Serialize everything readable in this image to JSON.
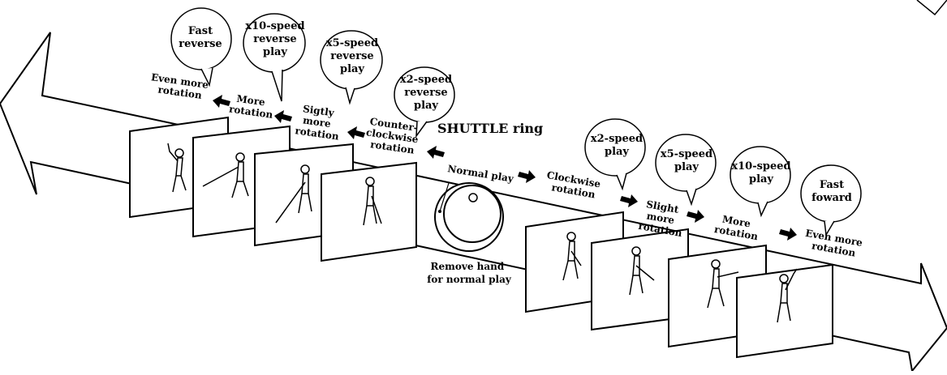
{
  "ring_label": "SHUTTLE ring",
  "normal_play": "Normal play",
  "remove_hand": [
    "Remove hand",
    "for normal play"
  ],
  "reverse": {
    "bubbles": [
      [
        "x2-speed",
        "reverse",
        "play"
      ],
      [
        "x5-speed",
        "reverse",
        "play"
      ],
      [
        "x10-speed",
        "reverse",
        "play"
      ],
      [
        "Fast",
        "reverse"
      ]
    ],
    "rotations": [
      [
        "Counter-",
        "clockwise",
        "rotation"
      ],
      [
        "Sigtly",
        "more",
        "rotation"
      ],
      [
        "More",
        "rotation"
      ],
      [
        "Even more",
        "rotation"
      ]
    ]
  },
  "forward": {
    "bubbles": [
      [
        "x2-speed",
        "play"
      ],
      [
        "x5-speed",
        "play"
      ],
      [
        "x10-speed",
        "play"
      ],
      [
        "Fast",
        "foward"
      ]
    ],
    "rotations": [
      [
        "Clockwise",
        "rotation"
      ],
      [
        "Slight",
        "more",
        "rotation"
      ],
      [
        "More",
        "rotation"
      ],
      [
        "Even more",
        "rotation"
      ]
    ]
  }
}
